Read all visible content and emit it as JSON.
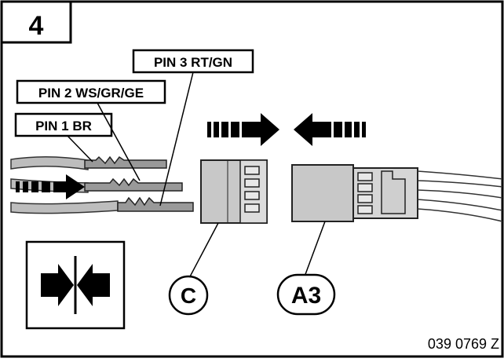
{
  "figure_number": "4",
  "pin_labels": {
    "pin1": "PIN 1 BR",
    "pin2": "PIN 2 WS/GR/GE",
    "pin3": "PIN 3 RT/GN"
  },
  "connector_labels": {
    "c": "C",
    "a3": "A3"
  },
  "reference_code": "039 0769  Z",
  "icons": {
    "push_left_arrow": "right-arrow-dashed-icon",
    "push_right_arrow": "left-arrow-dashed-icon",
    "insert_arrow": "right-arrow-dashed-icon",
    "join_symbol": "join-arrows-icon"
  }
}
